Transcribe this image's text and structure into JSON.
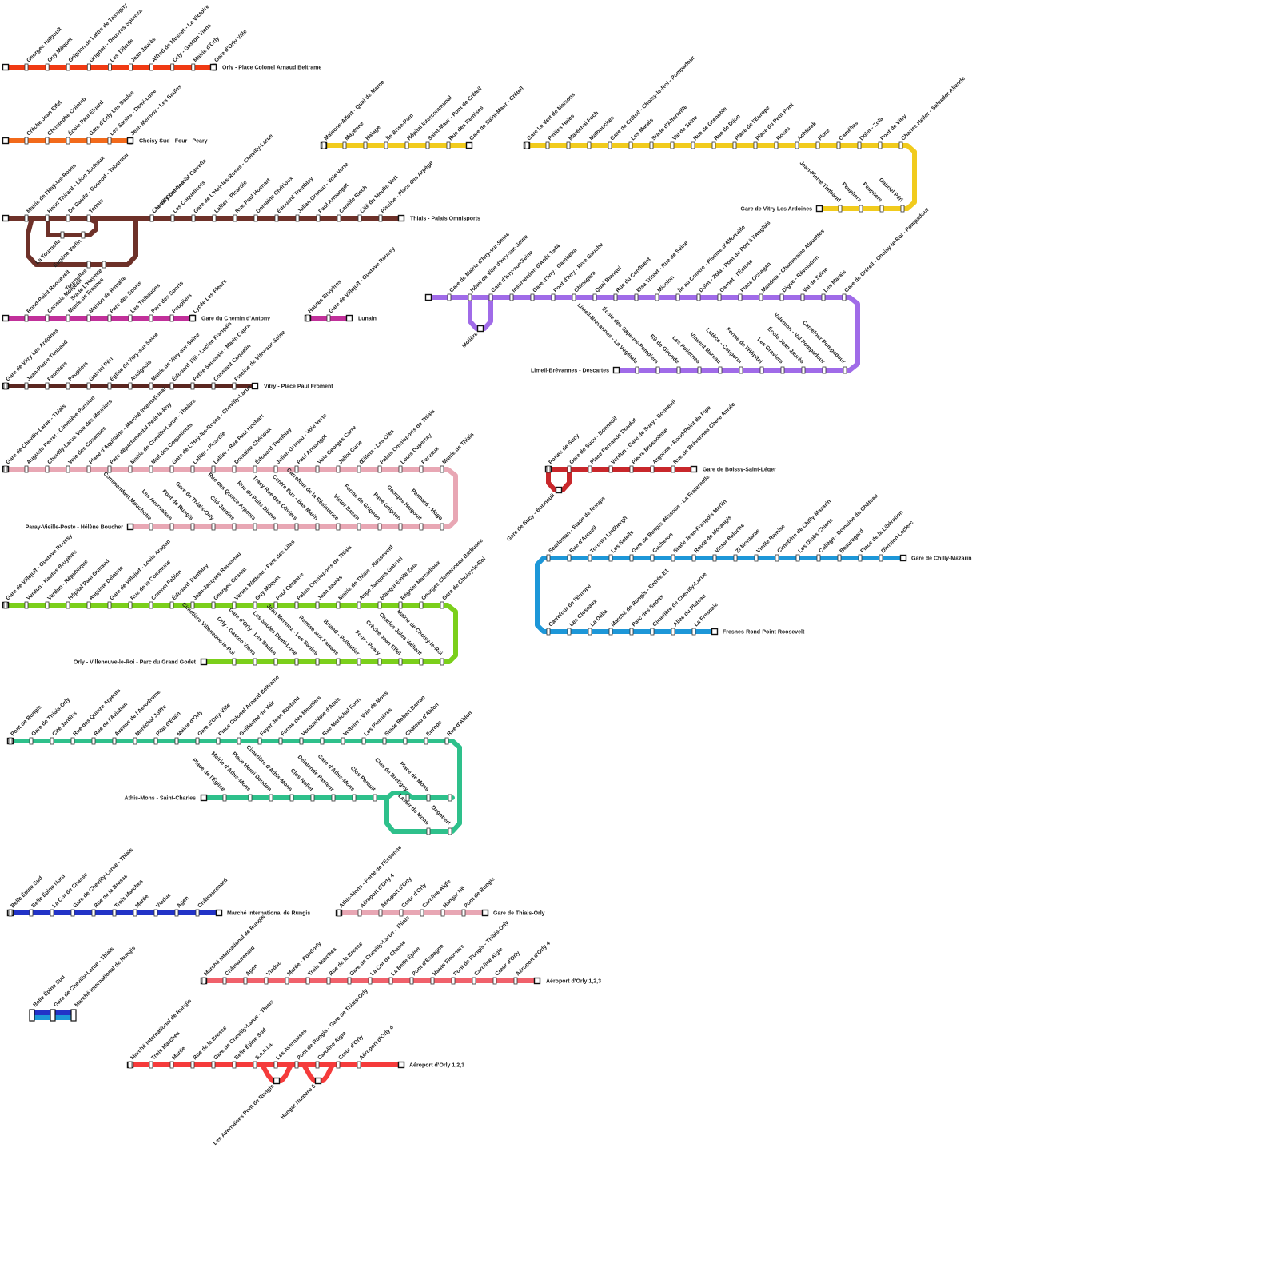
{
  "lines": [
    {
      "id": "l1",
      "color": "#f03a13",
      "terminus": "Orly - Place Colonel Arnaud Beltrame",
      "stations": [
        "Georges Halgouit",
        "Guy Môquet",
        "Grignon de Lattre de Tassigny",
        "Grignon - Douvres-Spinoza",
        "Les Tilleuls",
        "Jean Jaurès",
        "Alfred de Musset - La Victoire",
        "Orly - Gaston Viens",
        "Mairie d'Orly",
        "Gare d'Orly Ville"
      ]
    },
    {
      "id": "l2",
      "color": "#f26a1b",
      "terminus": "Choisy Sud - Four - Peary",
      "stations": [
        "Crèche Jean Effel",
        "Christophe Colomb",
        "École Paul Eluard",
        "Gare d'Orly Les Saules",
        "Les Saules - Demi-Lune",
        "Jean Mermoz - Les Saules"
      ]
    },
    {
      "id": "l3",
      "color": "#6e3129",
      "terminus": "Thiais - Palais Omnisports",
      "stations": [
        "Mairie de l'Haÿ-les-Roses",
        "Henri Thirard - Léon Jouhaux",
        "De Gaulle - Gounod - Tabarnou",
        "Tennis",
        "Centre Commercial Carrefia",
        "Chevilly Dahlias",
        "Les Coquelicots",
        "Gare de L'Haÿ-les-Roses - Chevilly-Larue",
        "Lallier - Picardie",
        "Rue Paul Hochart",
        "Domaine Chérioux",
        "Édouard Tremblay",
        "Julian Grimau - Voie Verte",
        "Paul Armangot",
        "Camille Risch",
        "Cité du Moulin Vert",
        "Piscine - Place des Arpège"
      ],
      "branch": [
        "La Tournelle",
        "Eugène Varlin",
        "Tournelles",
        "Stade L'Hayette"
      ]
    },
    {
      "id": "l4",
      "color": "#c1309a",
      "terminus": "Gare du Chemin d'Antony",
      "stations": [
        "Rond-Point Roosevelt",
        "Cerisaie Monjean",
        "Mairie de Fresnes",
        "Maison de Retraite",
        "Parc des Sports",
        "Les Thibaudes",
        "Parc des Sports",
        "Peupliers",
        "Lycée Les Fleurs"
      ]
    },
    {
      "id": "l5",
      "color": "#c1309a",
      "terminus": "Lunain",
      "stations": [
        "Hautes Bruyères",
        "Gare de Villejuif - Gustave Roussy"
      ]
    },
    {
      "id": "l6",
      "color": "#5b2620",
      "terminus": "Vitry - Place Paul Froment",
      "stations": [
        "Gare de Vitry Les Ardoines",
        "Jean-Pierre Timbaud",
        "Peupliers",
        "Peupliers",
        "Gabriel Péri",
        "Église de Vitry-sur-Seine",
        "Audigeois",
        "Mairie de Vitry-sur-Seine",
        "Édouard Tilli - Lucien Français",
        "Petite Saussaie - Marin Capra",
        "Constant Coquelin",
        "Piscine de Vitry-sur-Seine"
      ]
    },
    {
      "id": "l7",
      "color": "#e8a7b4",
      "terminus": "Paray-Vieille-Poste - Hélène Boucher",
      "stations": [
        "Gare de Chevilly-Larue - Thiais",
        "Auguste Perret - Cimetière Parisien",
        "Chevilly-Larue Voie des Meuniers",
        "Voie des Cosaques",
        "Place d'Aquitaine - Marché International",
        "Parc départemental Petit-le-Roy",
        "Mairie de Chevilly-Larue - Théâtre",
        "Mail des Coquelicots",
        "Gare de L'Haÿ-les-Roses - Chevilly-Larue",
        "Lallier - Picardie",
        "Lallier - Rue Paul Hochart",
        "Domaine Chérioux",
        "Édouard Tremblay",
        "Julian Grimau - Voie Verte",
        "Paul Armangot",
        "Voie Georges Carré",
        "Joliot Curie",
        "Œillets - Les Oies",
        "Palais Omnisports de Thiais",
        "Louis Duperray",
        "Pervaux",
        "Mairie de Thiais"
      ],
      "bottom": [
        "Commandant Mouchotte",
        "Les Avernaises",
        "Pont de Rungis",
        "Gare de Thiais-Orly",
        "Cité Jardins",
        "Rue des Quinze Arpents",
        "Rue du Puits Dixme",
        "Tracy Rue des Oliviers",
        "Centre Bus - Bas Marin",
        "Carrefour de la Résistance",
        "Victor Basch",
        "Ferme de Grignon",
        "Pavé Grignon",
        "Georges Halgouit",
        "Panhard - Hugo"
      ]
    },
    {
      "id": "l8",
      "color": "#7bcf1b",
      "terminus": "Orly - Villeneuve-le-Roi - Parc du Grand Godet",
      "stations": [
        "Gare de Villejuif - Gustave Roussy",
        "Verdun - Hautes Bruyères",
        "Verdun - République",
        "Hôpital Paul Guiraud",
        "Auguste Delaune",
        "Gare de Villejuif - Louis Aragon",
        "Rue de la Commune",
        "Colonel Fabien",
        "Édouard Tremblay",
        "Jean-Jacques Rousseau",
        "Georges Gosnat",
        "Vertes Watteau - Parc des Lilas",
        "Guy Môquet",
        "Paul Cézanne",
        "Palais Omnisports de Thiais",
        "Jean Jaurès",
        "Mairie de Thiais - Rosseveltl",
        "Ange Jacques Gabriel",
        "Blanqui Émile Zola",
        "Régnier Marcailloux",
        "Georges Clemenceau Barbusse",
        "Gare de Choisy-le-Roi"
      ],
      "bottom": [
        "Cimetière Villeneuve-le-Roi",
        "Orly - Gaston Viens",
        "Gare d'Orly - Les Saules",
        "Les Saules Demi-Lune",
        "Jean Mermoz - Les Saules",
        "Remise aux Faisans",
        "Briand - Pelloutier",
        "Four - Peary",
        "Crèche Jean Effel",
        "Charles Jules Vaillant",
        "Mairie de Choisy-le-Roi"
      ]
    },
    {
      "id": "l9",
      "color": "#2ec08b",
      "terminus": "Athis-Mons - Saint-Charles",
      "stations": [
        "Pont de Rungis",
        "Gare de Thiais-Orly",
        "Cité Jardins",
        "Rue des Quinze Arpents",
        "Rue de l'Aviation",
        "Avenue de l'Aérodrome",
        "Maréchal Joffre",
        "Pilat d'Étain",
        "Mairie d'Orly",
        "Gare d'Orly-Ville",
        "Place Colonel Arnaud Beltrame",
        "Guillaume du Vair",
        "Foyer Jean Rostand",
        "Ferme des Meuniers",
        "Verdun/Voie d'Athis",
        "Rue Maréchal Foch",
        "Voltaire - Voie de Mons",
        "Les Pierrières",
        "Stade Robert Barran",
        "Château d'Ablon",
        "Europe",
        "Rue d'Ablon"
      ],
      "bottom": [
        "Place de l'Église",
        "Mairie d'Athis-Mons",
        "Place Henri Deudon",
        "Cimetière d'Athis-Mons",
        "Clos Nollet",
        "Delalande Pasteur",
        "Gare d'Athis-Mons",
        "Clos Perault",
        "Clos de Bretigny",
        "Place de Mons",
        "Lavoir de Mons",
        "Dagobert"
      ]
    },
    {
      "id": "l10",
      "color": "#f1cb1d",
      "terminus": "Gare de Saint-Maur - Créteil",
      "stations": [
        "Maisons-Alfort - Quai de Marne",
        "Mayenne",
        "Halage",
        "Île Brise-Pain",
        "Hôpital Intercommunal",
        "Saint-Maur - Pont de Créteil",
        "Rue des Remises"
      ]
    },
    {
      "id": "l11",
      "color": "#f1cb1d",
      "terminus": "Gare de Vitry Les Ardoines",
      "stations": [
        "Gare Le Vert de Maisons",
        "Petites Haies",
        "Maréchal Foch",
        "Malbouches",
        "Gare de Créteil - Choisy-le-Roi - Pompadour",
        "Les Marais",
        "Stade d'Alfortville",
        "Val de Seine",
        "Rue de Grenoble",
        "Rue de Dijon",
        "Place de l'Europe",
        "Place du Petit Pont",
        "Roses",
        "Achtarak",
        "Flore",
        "Camélias",
        "Dolet - Zola",
        "Pont de Vitry",
        "Charles Heller - Salvador Allende"
      ],
      "bottom": [
        "Jean-Pierre Timbaud",
        "Peupliers",
        "Peupliers",
        "Gabriel Péri"
      ]
    },
    {
      "id": "l12",
      "color": "#a06be8",
      "terminus": "Limeil-Brévannes - Descartes",
      "stations": [
        "Gare de Mairie d'Ivry-sur-Seine",
        "Hôtel de Ville d'Ivry-sur-Seine",
        "Gare d'Ivry-sur-Seine",
        "Insurrection d'Août 1944",
        "Gare d'Ivry - Gambetta",
        "Pont d'Ivry - Rive Gauche",
        "Chinagora",
        "Quai Blanqui",
        "Rue du Confluent",
        "Elsa Triolet - Rue de Seine",
        "Micolon",
        "Île au Cointre - Piscine d'Alfortville",
        "Dolet - Zola - Pont du Port à l'Anglais",
        "Carnot - l'Écluse",
        "Place Ochagan",
        "Mandela - Chanteraine Alouettes",
        "Digue - Révolution",
        "Val de Seine",
        "Les Marais",
        "Gare de Créteil - Choisy-le-Roi - Pompadour"
      ],
      "bottom": [
        "Limeil-Brévannes - La Végétale",
        "École des Sapeurs-Pompiers",
        "Rû de Gironde",
        "Les Poliernes",
        "Vincent Bureau",
        "Lutèce - Couperin",
        "Ferme de l'Hôpital",
        "Les Graviers",
        "École Jean Jaurès",
        "Valenton - Val Pompadour",
        "Carrefour Pompadour"
      ],
      "spur": "Molière"
    },
    {
      "id": "l13",
      "color": "#c8272b",
      "terminus": "Gare de Boissy-Saint-Léger",
      "stations": [
        "Portes de Sucy",
        "Gare de Sucy - Bonneuil",
        "Place Fernande Doudot",
        "Verdun - Gare de Sucy - Bonneuil",
        "Pierre Brossolette",
        "Argonne - Rond-Point du Pipe",
        "Rue de Brévannes Chère Année"
      ],
      "spur": "Gare de Sucy - Bonneuil"
    },
    {
      "id": "l14",
      "color": "#1d97d8",
      "terminus": "Gare de Chilly-Mazarin",
      "stations": [
        "Searleman - Stade de Rungis",
        "Rue d'Arcueil",
        "Toronto Lindbergh",
        "Les Soleils",
        "Gare de Rungis Wissous - La Fraternelle",
        "Cucheron",
        "Stade Jean-François Marlin",
        "Route de Morangis",
        "Victor Baloche",
        "Zi Montaras",
        "Vieille Remise",
        "Cimetière de Chilly-Mazarin",
        "Les Dinès Chiens",
        "Collège - Domaine du Château",
        "Beauregard",
        "Place de la Libération",
        "Division Leclerc"
      ],
      "bottom": [
        "Carrefour de l'Europe",
        "Les Closeaux",
        "La Délia",
        "Marché de Rungis - Entrée E1",
        "Parc des Sports",
        "Cimetière de Chevilly-Larue",
        "Allée du Plateau",
        "La Fresnaie"
      ],
      "bottom_terminus": "Fresnes-Rond-Point Roosevelt"
    },
    {
      "id": "l15",
      "color": "#2233c7",
      "terminus": "Marché International de Rungis",
      "stations": [
        "Belle Épine Sud",
        "Belle Épine Nord",
        "La Cor de Chasse",
        "Gare de Chevilly-Larue - Thiais",
        "Rue de la Bresse",
        "Trois Marches",
        "Marée",
        "Viaduc",
        "Agen",
        "Châteaurenard"
      ]
    },
    {
      "id": "l16",
      "color": "#e8a7b4",
      "terminus": "Gare de Thiais-Orly",
      "stations": [
        "Athis-Mons - Porte de l'Essonne",
        "Aéroport d'Orly 4",
        "Aéroport d'Orly",
        "Cœur d'Orly",
        "Caroline Aigle",
        "Hangar N6",
        "Pont de Rungis"
      ]
    },
    {
      "id": "l17",
      "color": "#f0616b",
      "terminus": "Aéroport d'Orly 1,2,3",
      "stations": [
        "Marché International de Rungis",
        "Châteaurenard",
        "Agen",
        "Viaduc",
        "Marée - Pondorly",
        "Trois Marches",
        "Rue de la Bresse",
        "Gare de Chevilly-Larue - Thiais",
        "La Cor de Chasse",
        "La Belle Épine",
        "Pont d'Espagne",
        "Hauts Flouviers",
        "Pont de Rungis - Thiais-Orly",
        "Caroline Aigle",
        "Cœur d'Orly",
        "Aéroport d'Orly 4"
      ]
    },
    {
      "id": "l18",
      "color": "#2233c7",
      "color2": "#1d97d8",
      "stations": [
        "Belle Épine Sud",
        "Gare de Chevilly-Larue - Thiais",
        "Marché International de Rungis"
      ]
    },
    {
      "id": "l19",
      "color": "#f53b3b",
      "terminus": "Aéroport d'Orly 1,2,3",
      "stations": [
        "Marché International de Rungis",
        "Trois Marches",
        "Marée",
        "Rue de la Bresse",
        "Gare de Chevilly-Larue - Thiais",
        "Belle Épine Sud",
        "S.e.n.i.a.",
        "Les Avernaises",
        "Pont de Rungis - Gare de Thiais-Orly",
        "Caroline Aigle",
        "Cœur d'Orly",
        "Aéroport d'Orly 4"
      ],
      "loops": [
        "Les Avernaises Pont de Rungis",
        "Hangar Numéro 6"
      ]
    }
  ]
}
